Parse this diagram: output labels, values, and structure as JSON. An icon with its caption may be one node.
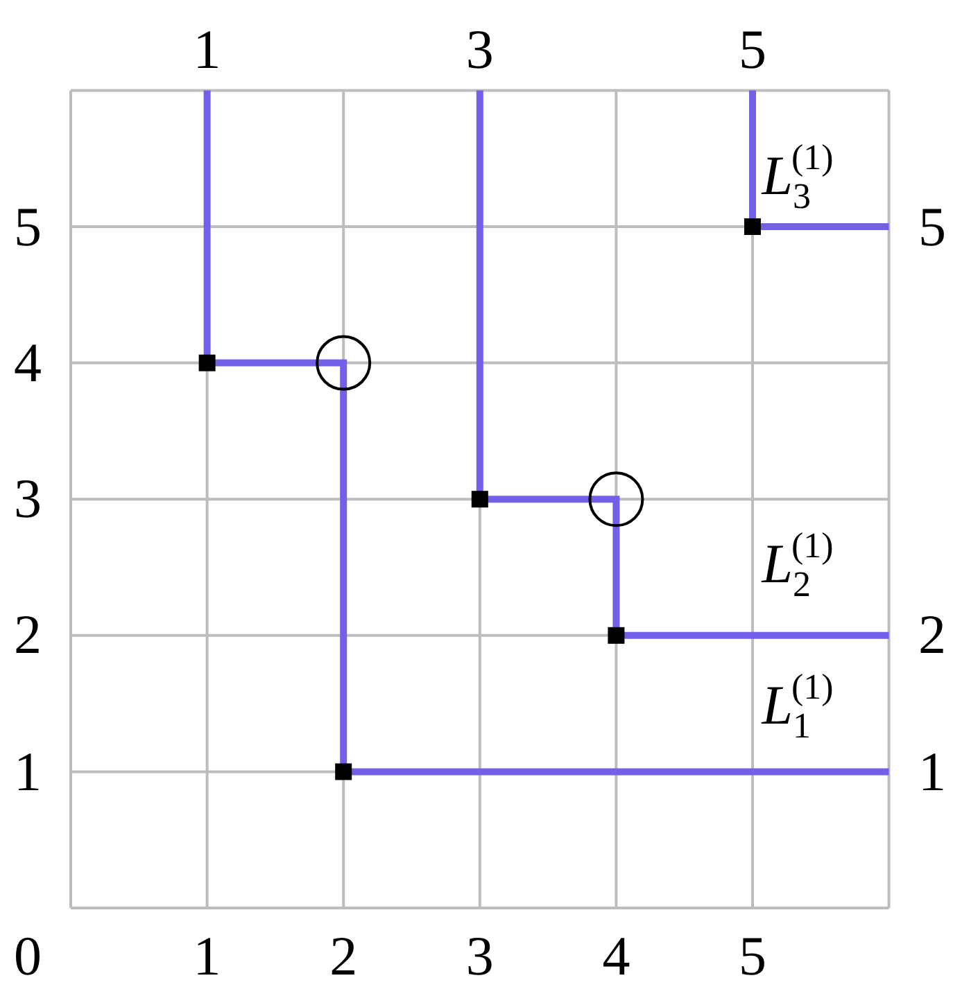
{
  "diagram": {
    "labels": [
      "1",
      "3",
      "5",
      "*L*$_{3}$$^{(1)}$",
      "5",
      "5",
      "4",
      "3",
      "*L*$_{2}$$^{(1)}$",
      "2",
      "2",
      "*L*$_{1}$$^{(1)}$",
      "1",
      "1",
      "0",
      "1",
      "2",
      "3",
      "4",
      "5"
    ]
  }
}
